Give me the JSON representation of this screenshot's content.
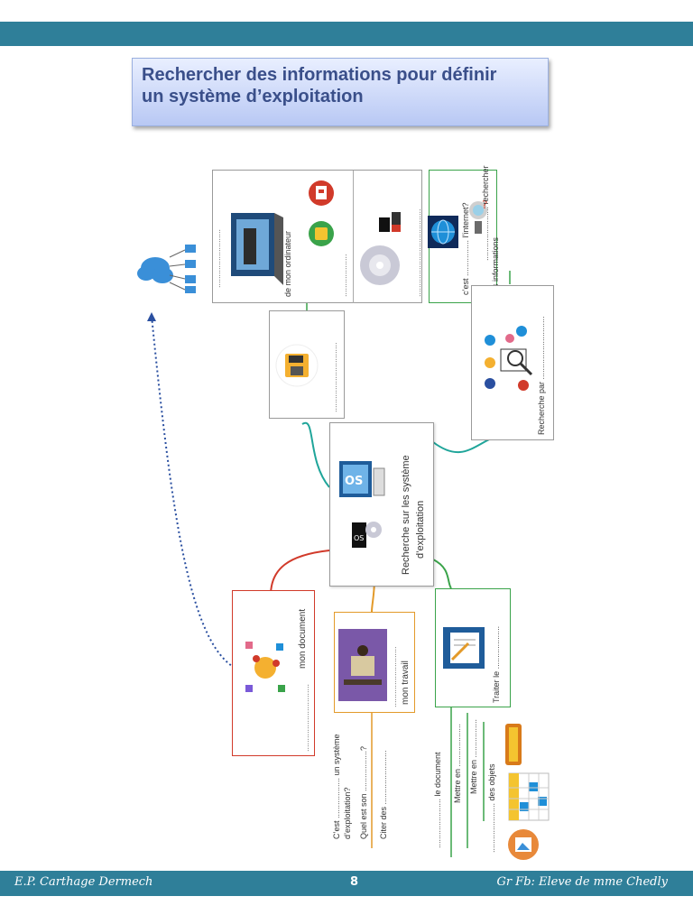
{
  "header": {
    "title_line1": "Rechercher des informations pour définir",
    "title_line2": "un système d’exploitation"
  },
  "center": {
    "line1": "Recherche sur les système",
    "line2": "d’exploitation"
  },
  "top_nodes": {
    "computer": "de mon ordinateur",
    "internet_q": "c’est ................ l’internet?",
    "rechercher": "........................ rechercher",
    "des_informations": "des informations",
    "recherche_par": "Recherche par ............................"
  },
  "bottom_nodes": {
    "mon_document": "mon document",
    "mon_travail": "mon travail",
    "traiter": "Traiter le ...................",
    "questions": [
      "C’est .................. un système",
      "d’exploitation?",
      "Quel est son ..................?",
      "Citer des ........................"
    ],
    "doc_items": [
      "...................... le document",
      "Mettre en ...................",
      "Mettre en .................",
      "...................... des objets"
    ]
  },
  "footer": {
    "left": "E.P. Carthage Dermech",
    "page": "8",
    "right": "Gr Fb: Eleve de mme Chedly"
  },
  "colors": {
    "bar": "#2f7f99",
    "title_text": "#3a4f8a",
    "red_branch": "#d13a2a",
    "orange_branch": "#e39a2a",
    "green_branch": "#3aa34a",
    "teal_branch": "#1fa59a"
  }
}
